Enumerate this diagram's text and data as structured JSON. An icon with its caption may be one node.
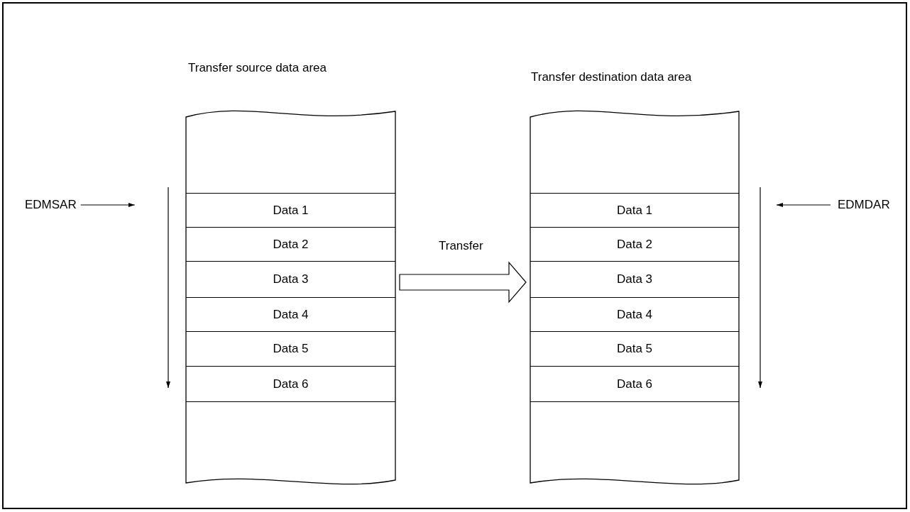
{
  "diagram": {
    "nodes": [
      {
        "text": [
          "Transfer source data area"
        ]
      },
      {
        "text": [
          "Data 1"
        ],
        "in": 0
      },
      {
        "text": [
          "Data 2"
        ],
        "in": 0
      },
      {
        "text": [
          "Data 3"
        ],
        "in": 0
      },
      {
        "text": [
          "Data 4"
        ],
        "in": 0
      },
      {
        "text": [
          "Data 5"
        ],
        "in": 0
      },
      {
        "text": [
          "Data 6"
        ],
        "in": 0
      },
      {
        "text": [
          "Transfer destination data area"
        ]
      },
      {
        "text": [
          "Data 1"
        ],
        "in": 7
      },
      {
        "text": [
          "Data 2"
        ],
        "in": 7
      },
      {
        "text": [
          "Data 3"
        ],
        "in": 7
      },
      {
        "text": [
          "Data 4"
        ],
        "in": 7
      },
      {
        "text": [
          "Data 5"
        ],
        "in": 7
      },
      {
        "text": [
          "Data 6"
        ],
        "in": 7
      },
      {
        "text": [
          "EDMSAR"
        ]
      },
      {
        "text": [
          "EDMDAR"
        ]
      }
    ],
    "edges": [
      {
        "from": 0,
        "to": 7,
        "arrow": "to",
        "label": "Transfer"
      },
      {
        "from": 14,
        "to": null,
        "arrow": "to"
      },
      {
        "from": 15,
        "to": null,
        "arrow": "to"
      }
    ]
  }
}
